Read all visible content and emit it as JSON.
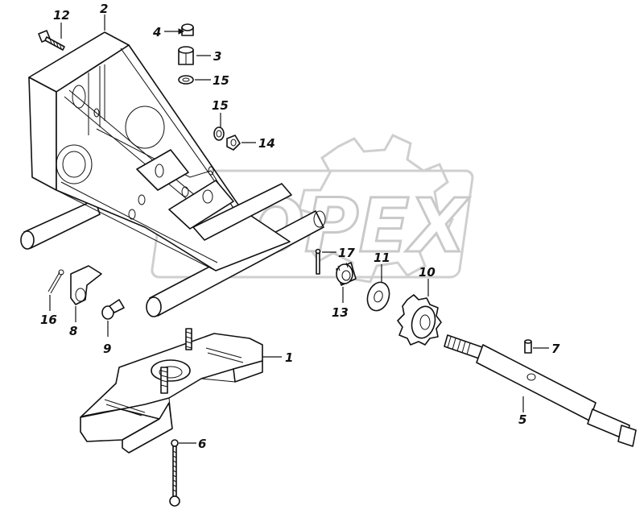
{
  "watermark": {
    "text": "OPEX"
  },
  "callouts": [
    {
      "id": "c1",
      "label": "1"
    },
    {
      "id": "c2",
      "label": "2"
    },
    {
      "id": "c3",
      "label": "3"
    },
    {
      "id": "c4",
      "label": "4"
    },
    {
      "id": "c5",
      "label": "5"
    },
    {
      "id": "c6",
      "label": "6"
    },
    {
      "id": "c7",
      "label": "7"
    },
    {
      "id": "c8",
      "label": "8"
    },
    {
      "id": "c9",
      "label": "9"
    },
    {
      "id": "c10",
      "label": "10"
    },
    {
      "id": "c11",
      "label": "11"
    },
    {
      "id": "c12",
      "label": "12"
    },
    {
      "id": "c13",
      "label": "13"
    },
    {
      "id": "c14",
      "label": "14"
    },
    {
      "id": "c15a",
      "label": "15"
    },
    {
      "id": "c15b",
      "label": "15"
    },
    {
      "id": "c16",
      "label": "16"
    },
    {
      "id": "c17",
      "label": "17"
    }
  ]
}
